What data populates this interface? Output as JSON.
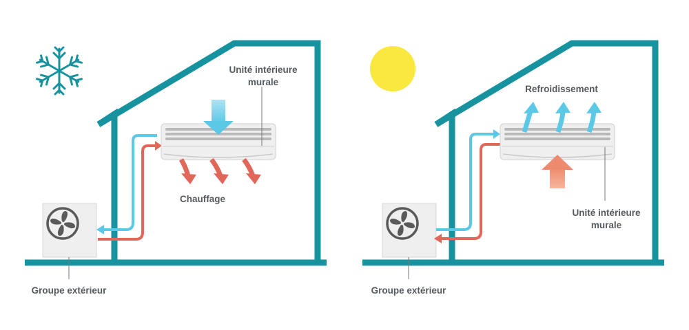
{
  "colors": {
    "house": "#16939e",
    "cold": "#5bc8e6",
    "hot": "#e0675a",
    "unit": "#efefef",
    "unit_edge": "#cfcfcf",
    "sun": "#f8e840",
    "text": "#555a5e"
  },
  "icons": {
    "heating_season": "snowflake-icon",
    "cooling_season": "sun-icon",
    "outdoor_unit": "fan-icon"
  },
  "heating": {
    "indoor_label_line1": "Unité intérieure",
    "indoor_label_line2": "murale",
    "output_label": "Chauffage",
    "outdoor_label": "Groupe extérieur"
  },
  "cooling": {
    "output_label": "Refroidissement",
    "indoor_label_line1": "Unité intérieure",
    "indoor_label_line2": "murale",
    "outdoor_label": "Groupe extérieur"
  }
}
